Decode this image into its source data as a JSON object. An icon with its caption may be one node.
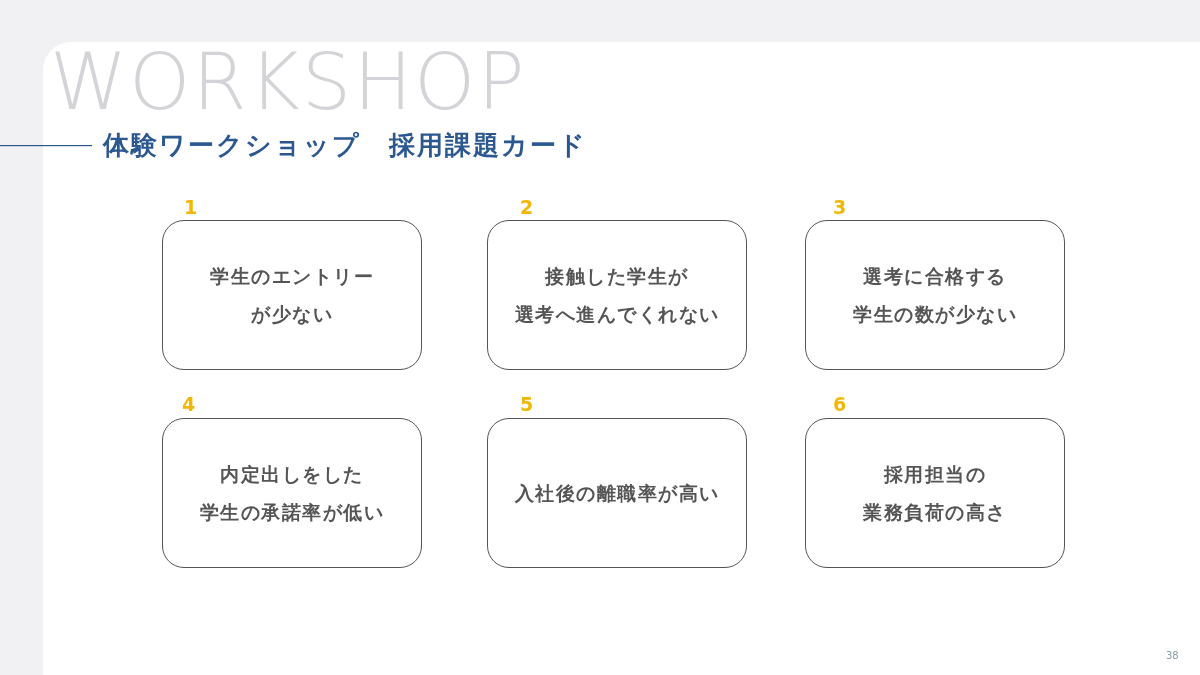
{
  "diagram": {
    "title": "体験ワークショップ　採用課題カード",
    "nodes": [
      {
        "text": [
          "学生のエントリーが少ない"
        ],
        "beside": [
          "1"
        ]
      },
      {
        "text": [
          "接触した学生が選考へ進んでくれない"
        ],
        "beside": [
          "2"
        ]
      },
      {
        "text": [
          "選考に合格する学生の数が少ない"
        ],
        "beside": [
          "3"
        ]
      },
      {
        "text": [
          "内定出しをした学生の承諾率が低い"
        ],
        "beside": [
          "4"
        ]
      },
      {
        "text": [
          "入社後の離職率が高い"
        ],
        "beside": [
          "5"
        ]
      },
      {
        "text": [
          "採用担当の業務負荷の高さ"
        ],
        "beside": [
          "6"
        ]
      }
    ],
    "edges": [],
    "labels": [
      "WORKSHOP",
      "38"
    ]
  }
}
